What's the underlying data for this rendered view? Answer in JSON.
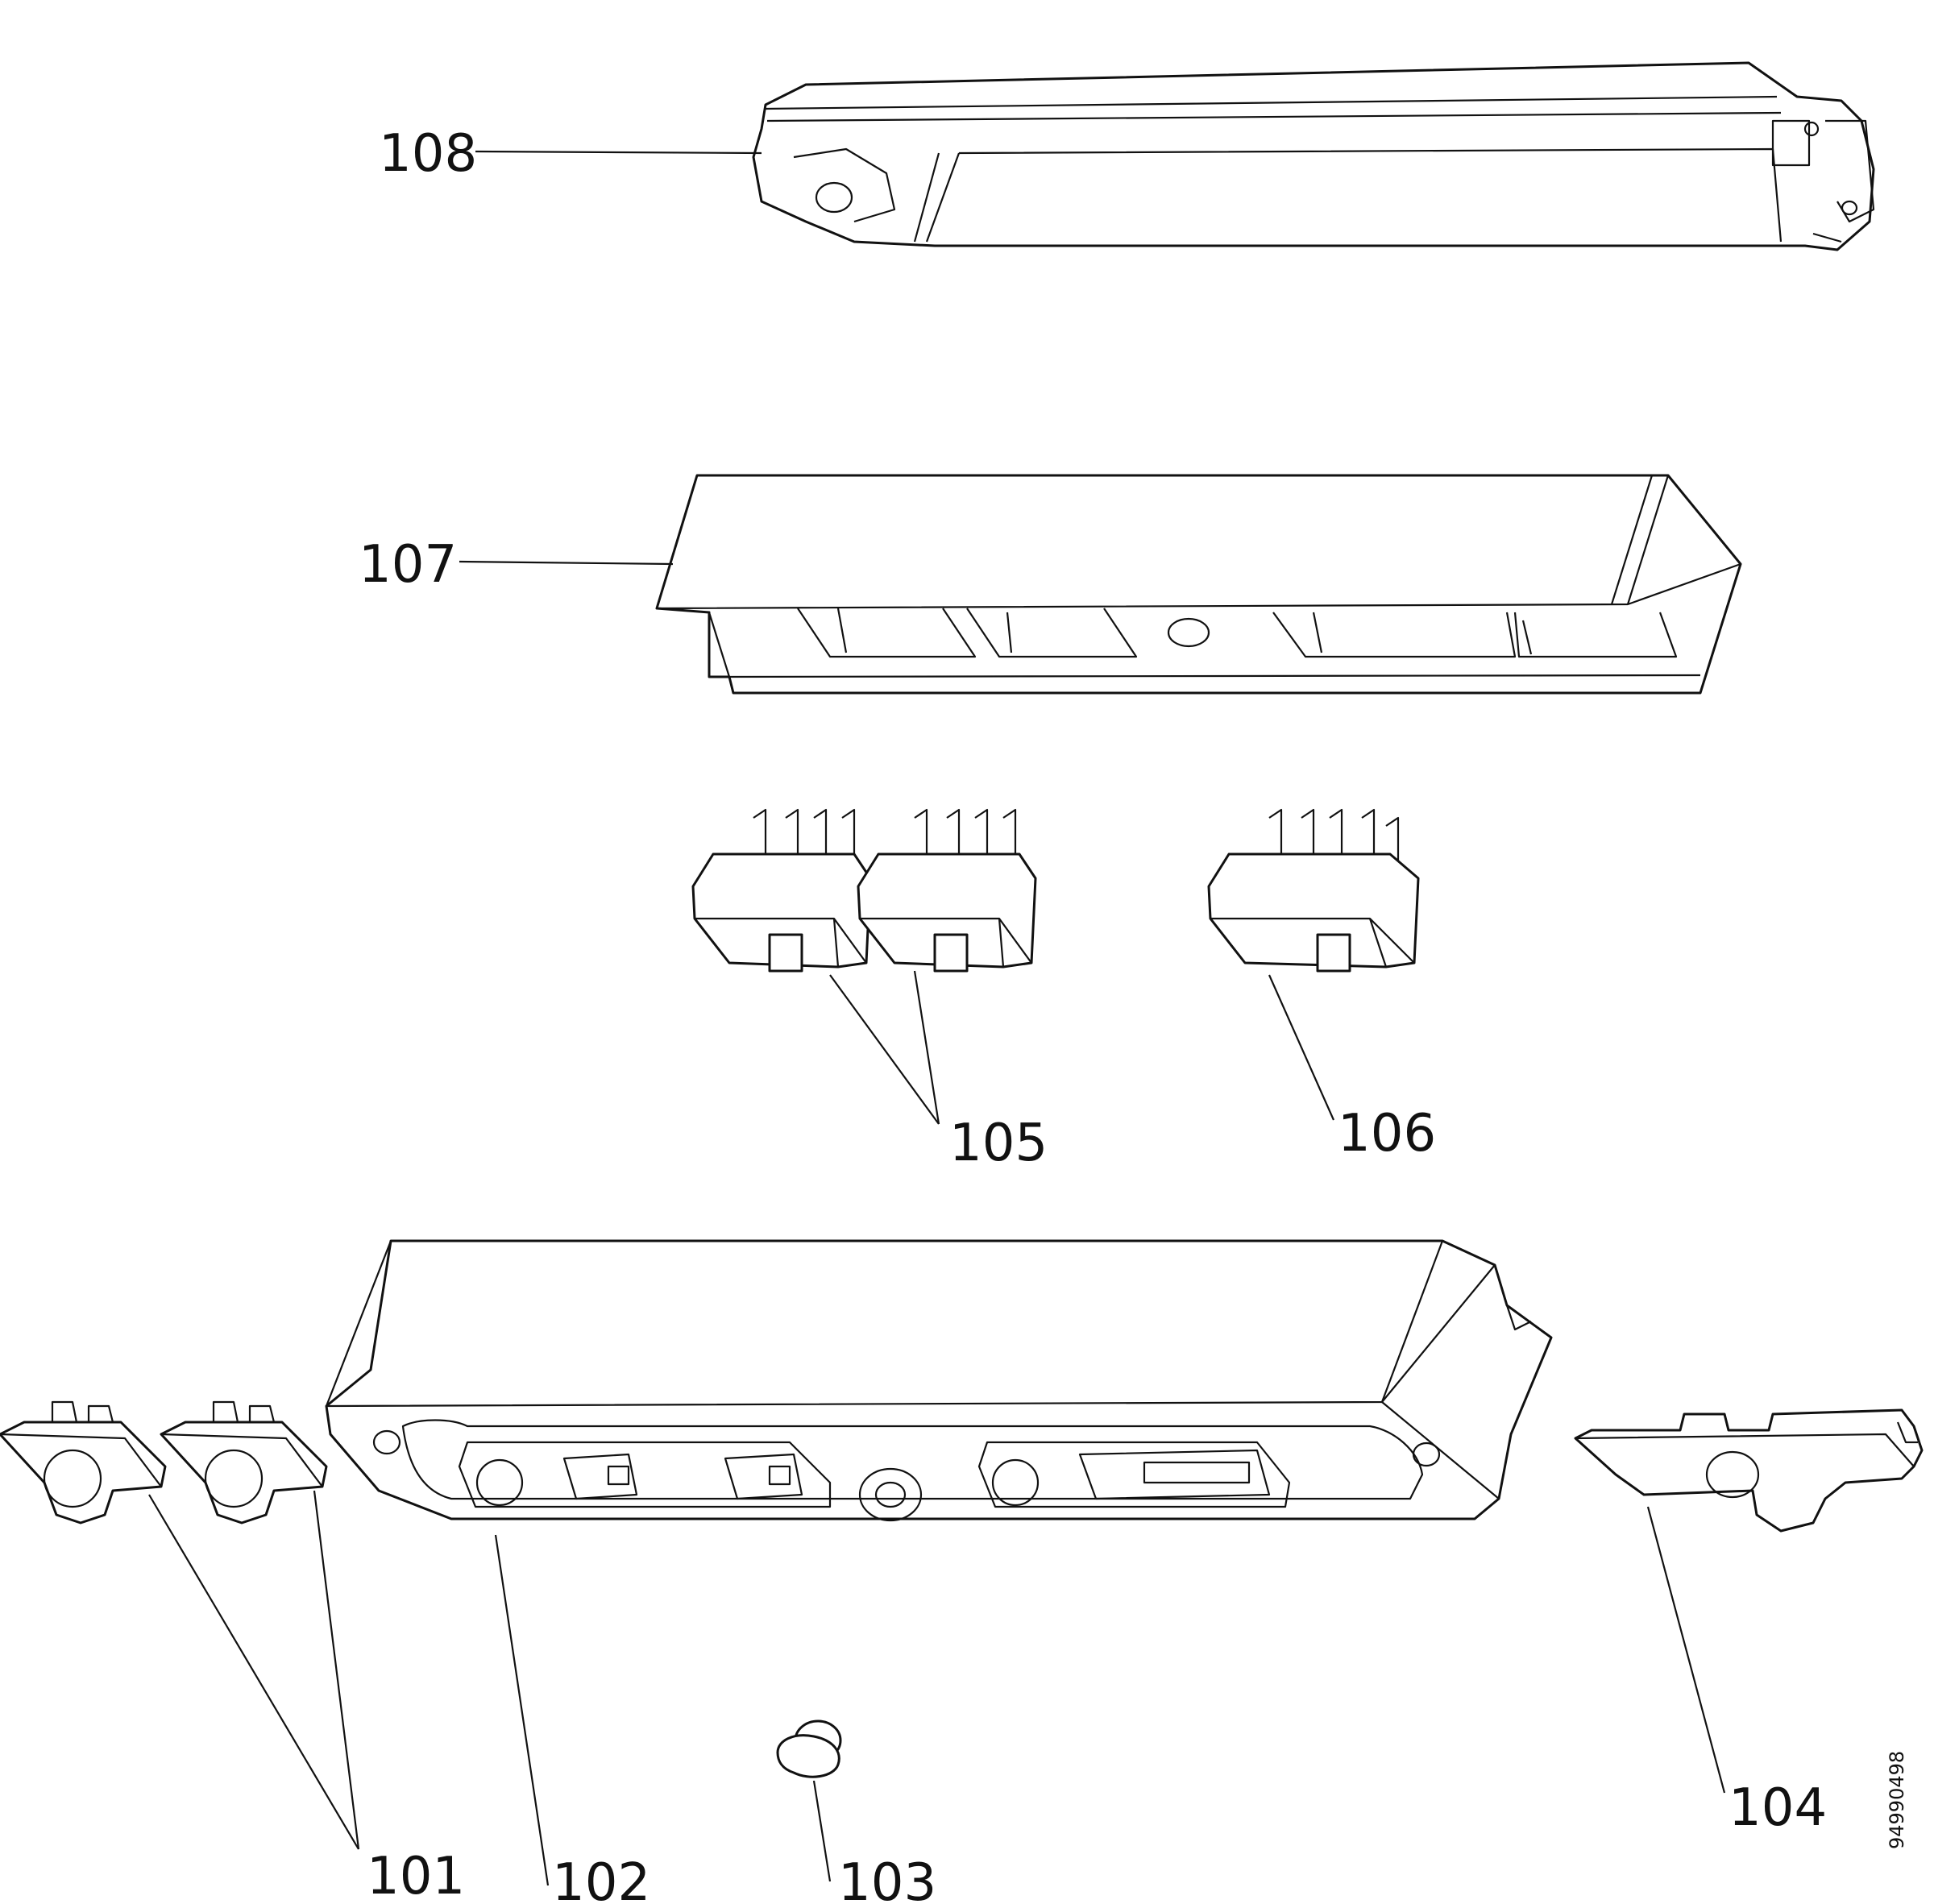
{
  "callouts": {
    "p101": "101",
    "p102": "102",
    "p103": "103",
    "p104": "104",
    "p105": "105",
    "p106": "106",
    "p107": "107",
    "p108": "108"
  },
  "document_number": "94990498"
}
